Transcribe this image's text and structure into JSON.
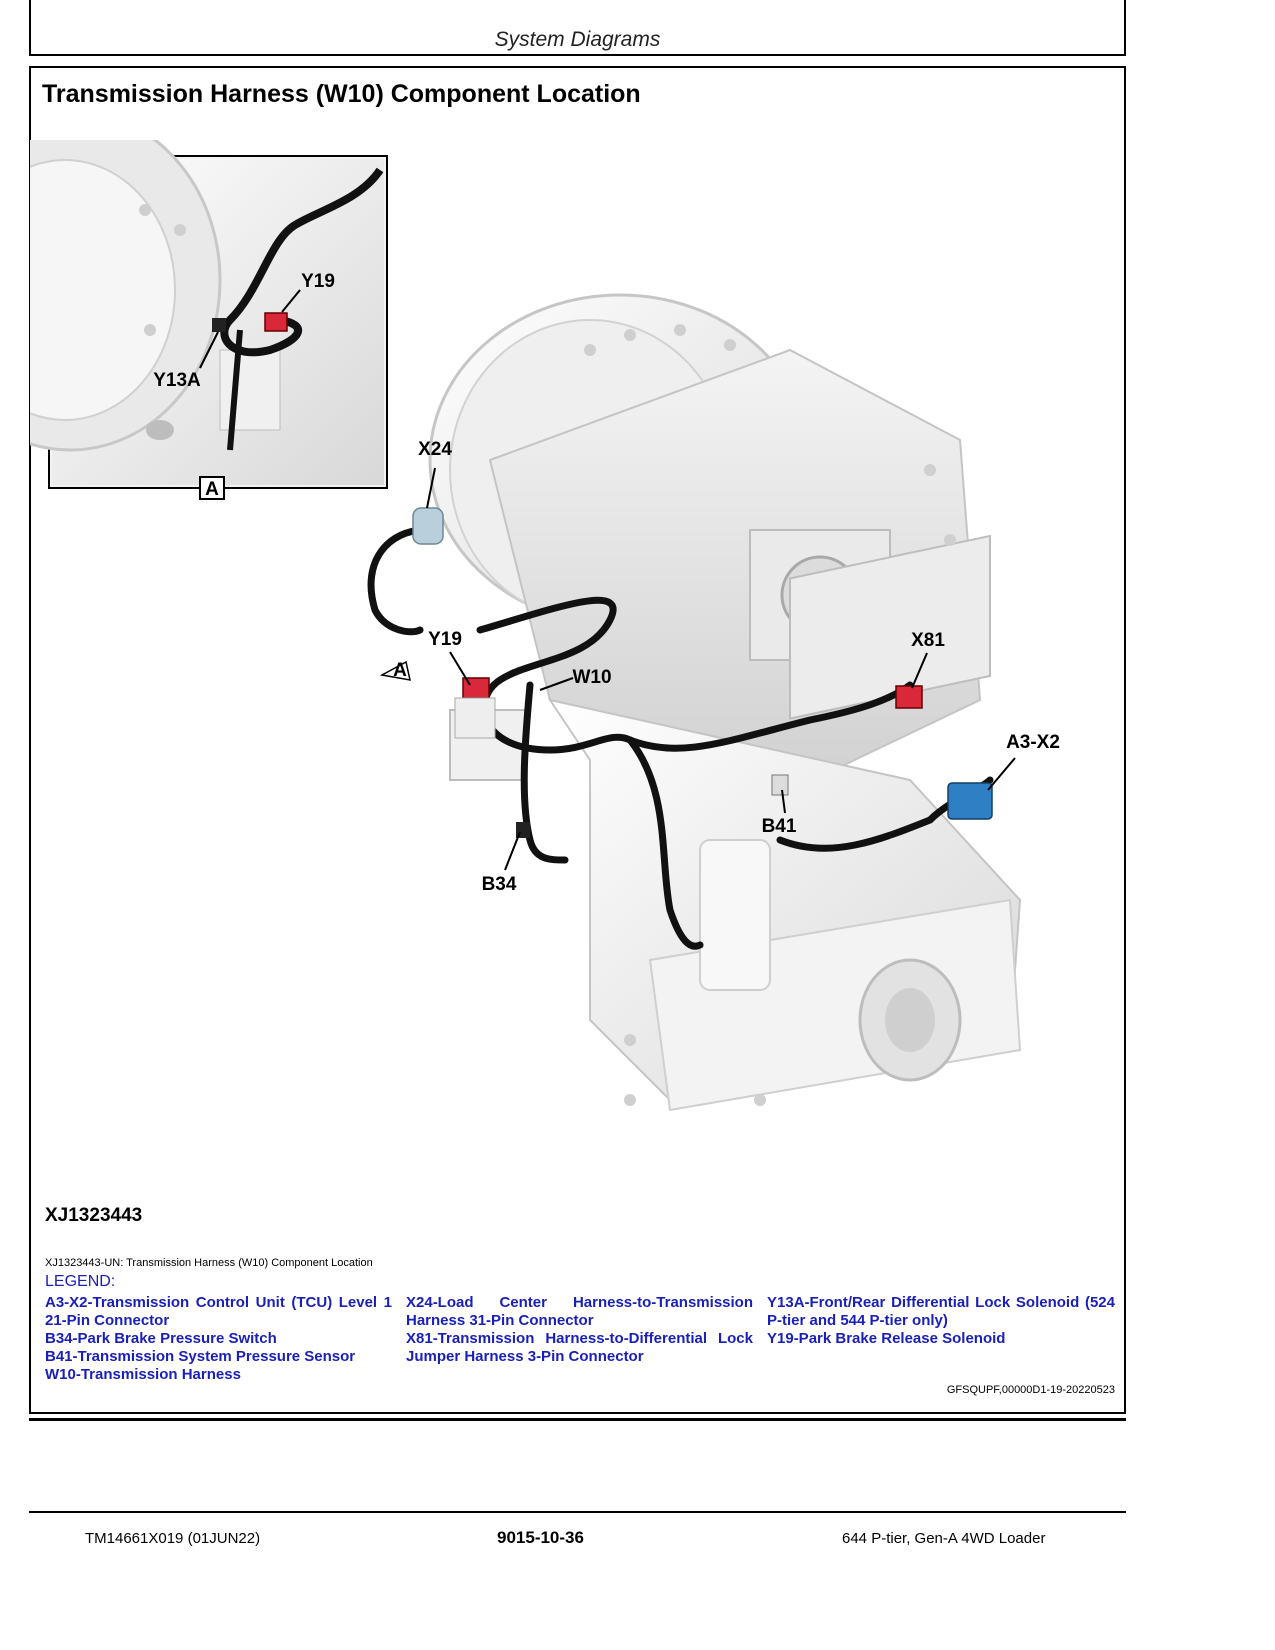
{
  "header": {
    "section": "System Diagrams"
  },
  "title": "Transmission Harness (W10) Component Location",
  "figure": {
    "callouts": {
      "y19_inset": "Y19",
      "y13a": "Y13A",
      "view_a_inset": "A",
      "x24": "X24",
      "y19_main": "Y19",
      "view_a_main": "A",
      "w10": "W10",
      "x81": "X81",
      "a3x2": "A3-X2",
      "b41": "B41",
      "b34": "B34"
    },
    "id": "XJ1323443"
  },
  "caption": "XJ1323443-UN: Transmission Harness (W10) Component Location",
  "legend": {
    "heading": "LEGEND:",
    "col1": [
      "A3-X2-Transmission Control Unit (TCU) Level 1 21-Pin Connector",
      "B34-Park Brake Pressure Switch",
      "B41-Transmission System Pressure Sensor",
      "W10-Transmission Harness"
    ],
    "col2": [
      "X24-Load Center Harness-to-Transmission Harness 31-Pin Connector",
      "X81-Transmission Harness-to-Differential Lock Jumper Harness 3-Pin Connector"
    ],
    "col3": [
      "Y13A-Front/Rear Differential Lock Solenoid (524 P-tier and 544 P-tier only)",
      "Y19-Park Brake Release Solenoid"
    ]
  },
  "doc_code": "GFSQUPF,00000D1-19-20220523",
  "footer": {
    "left": "TM14661X019 (01JUN22)",
    "center": "9015-10-36",
    "right": "644 P-tier, Gen-A 4WD Loader"
  },
  "colors": {
    "legend_text": "#1a1fb8",
    "connector_red": "#d8283a",
    "connector_blue": "#2f7fc4",
    "harness": "#111111"
  }
}
